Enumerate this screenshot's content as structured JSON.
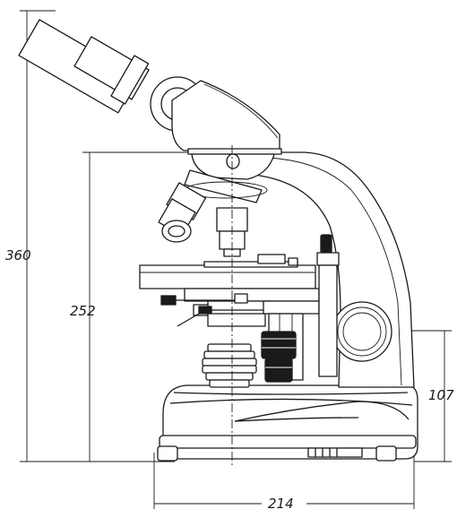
{
  "dimensions": {
    "overall_height": "360",
    "stage_height": "252",
    "base_to_knob_height": "107",
    "base_width": "214"
  },
  "colors": {
    "line": "#1a1a1a",
    "fill": "#ffffff",
    "shade": "#e9e9e9",
    "dark": "#1a1a1a"
  }
}
